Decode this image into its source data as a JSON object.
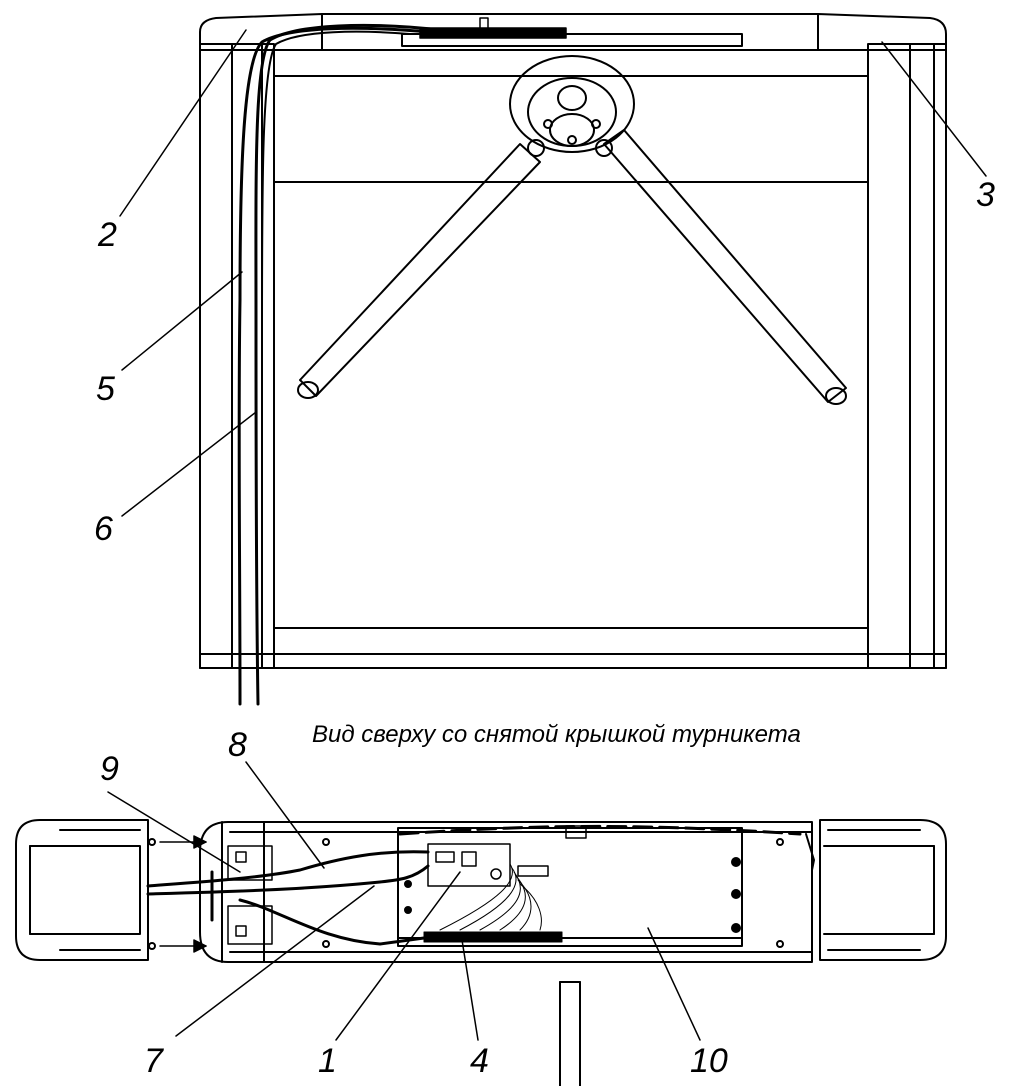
{
  "figure": {
    "caption": "Вид сверху со снятой крышкой турникета",
    "callouts": {
      "c1": "1",
      "c2": "2",
      "c3": "3",
      "c4": "4",
      "c5": "5",
      "c6": "6",
      "c7": "7",
      "c8": "8",
      "c9": "9",
      "c10": "10"
    }
  }
}
